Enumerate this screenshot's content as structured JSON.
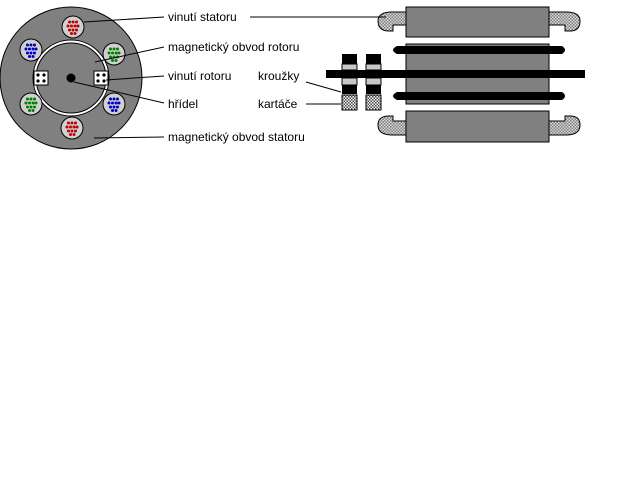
{
  "labels": {
    "stator_winding": "vinutí statoru",
    "rotor_magnetic_circuit": "magnetický obvod rotoru",
    "rotor_winding": "vinutí rotoru",
    "shaft": "hřídel",
    "stator_magnetic_circuit": "magnetický obvod statoru",
    "slip_rings": "kroužky",
    "brushes": "kartáče"
  },
  "colors": {
    "stator_core": "#808080",
    "rotor_core": "#808080",
    "air_gap": "#ffffff",
    "phase_red": "#c00000",
    "phase_green": "#008000",
    "phase_blue": "#0000c0",
    "winding_fill": "#d0d0d0",
    "shaft": "#000000",
    "brush_hatch": "#606060",
    "ring": "#b0b0b0"
  },
  "stator_slots": [
    {
      "phase": "red",
      "name": "stator-slot-top"
    },
    {
      "phase": "green",
      "name": "stator-slot-upper-right"
    },
    {
      "phase": "blue",
      "name": "stator-slot-lower-right"
    },
    {
      "phase": "red",
      "name": "stator-slot-bottom"
    },
    {
      "phase": "green",
      "name": "stator-slot-lower-left"
    },
    {
      "phase": "blue",
      "name": "stator-slot-upper-left"
    }
  ]
}
